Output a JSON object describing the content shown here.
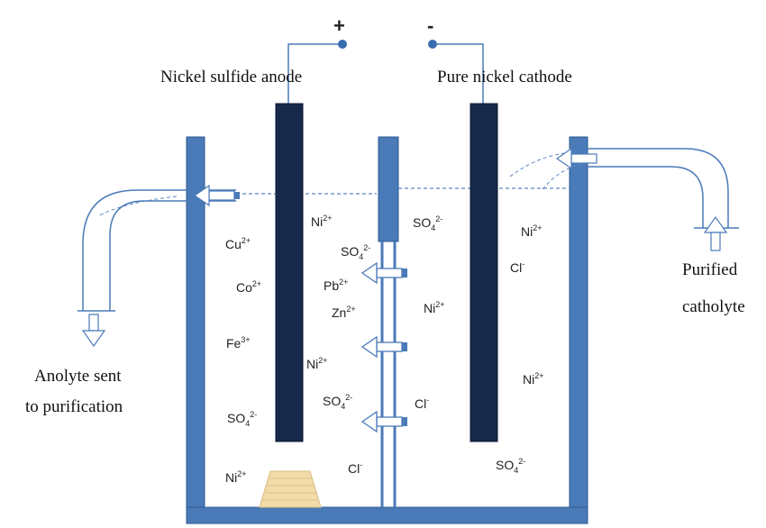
{
  "polarity": {
    "positive": "+",
    "negative": "-"
  },
  "labels": {
    "anode": "Nickel sulfide anode",
    "cathode": "Pure nickel cathode",
    "anolyte_line1": "Anolyte sent",
    "anolyte_line2": "to purification",
    "catholyte_line1": "Purified",
    "catholyte_line2": "catholyte"
  },
  "ions": [
    {
      "base": "Cu",
      "sup": "2+",
      "sub": ""
    },
    {
      "base": "Co",
      "sup": "2+",
      "sub": ""
    },
    {
      "base": "Fe",
      "sup": "3+",
      "sub": ""
    },
    {
      "base": "SO",
      "sup": "2-",
      "sub": "4"
    },
    {
      "base": "Ni",
      "sup": "2+",
      "sub": ""
    },
    {
      "base": "Ni",
      "sup": "2+",
      "sub": ""
    },
    {
      "base": "Ni",
      "sup": "2+",
      "sub": ""
    },
    {
      "base": "SO",
      "sup": "2-",
      "sub": "4"
    },
    {
      "base": "Pb",
      "sup": "2+",
      "sub": ""
    },
    {
      "base": "Zn",
      "sup": "2+",
      "sub": ""
    },
    {
      "base": "SO",
      "sup": "2-",
      "sub": "4"
    },
    {
      "base": "Cl",
      "sup": "-",
      "sub": ""
    },
    {
      "base": "SO",
      "sup": "2-",
      "sub": "4"
    },
    {
      "base": "Ni",
      "sup": "2+",
      "sub": ""
    },
    {
      "base": "Cl",
      "sup": "-",
      "sub": ""
    },
    {
      "base": "Ni",
      "sup": "2+",
      "sub": ""
    },
    {
      "base": "Cl",
      "sup": "-",
      "sub": ""
    },
    {
      "base": "Ni",
      "sup": "2+",
      "sub": ""
    },
    {
      "base": "SO",
      "sup": "2-",
      "sub": "4"
    }
  ],
  "colors": {
    "tank": "#4a7ab8",
    "electrode": "#16294a",
    "diaphragm": "#4a7ab8",
    "pipe_outline": "#4a7ab8",
    "sludge": "#f2dcaa"
  }
}
